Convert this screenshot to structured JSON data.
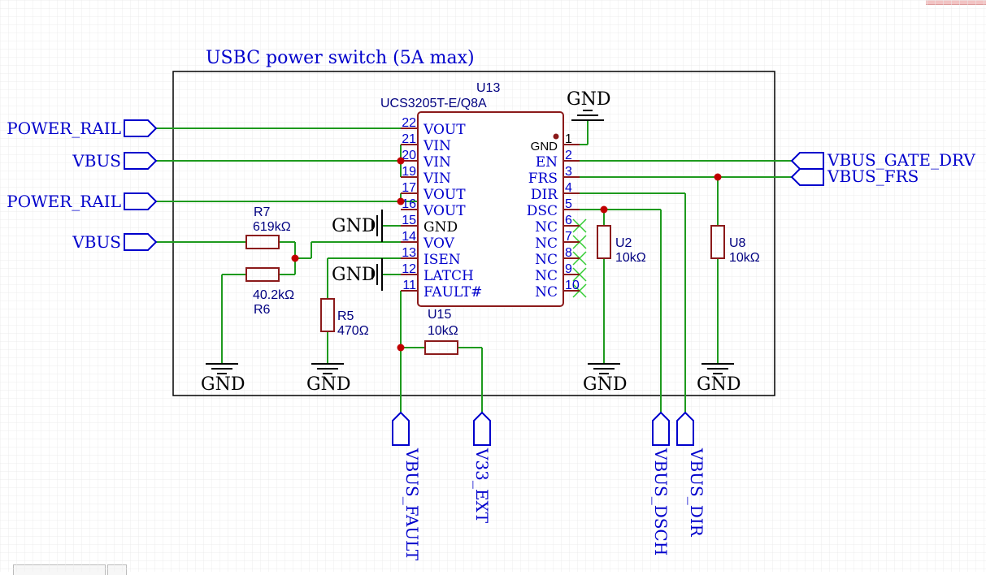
{
  "sheet_title": "USBC power switch (5A max)",
  "ic": {
    "ref": "U13",
    "part": "UCS3205T-E/Q8A",
    "left_pins": [
      {
        "num": "22",
        "name": "VOUT"
      },
      {
        "num": "21",
        "name": "VIN"
      },
      {
        "num": "20",
        "name": "VIN"
      },
      {
        "num": "19",
        "name": "VIN"
      },
      {
        "num": "17",
        "name": "VOUT"
      },
      {
        "num": "16",
        "name": "VOUT"
      },
      {
        "num": "15",
        "name": "GND"
      },
      {
        "num": "14",
        "name": "VOV"
      },
      {
        "num": "13",
        "name": "ISEN"
      },
      {
        "num": "12",
        "name": "LATCH"
      },
      {
        "num": "11",
        "name": "FAULT#"
      }
    ],
    "right_pins": [
      {
        "num": "1",
        "name": "GND"
      },
      {
        "num": "2",
        "name": "EN"
      },
      {
        "num": "3",
        "name": "FRS"
      },
      {
        "num": "4",
        "name": "DIR"
      },
      {
        "num": "5",
        "name": "DSC"
      },
      {
        "num": "6",
        "name": "NC"
      },
      {
        "num": "7",
        "name": "NC"
      },
      {
        "num": "8",
        "name": "NC"
      },
      {
        "num": "9",
        "name": "NC"
      },
      {
        "num": "10",
        "name": "NC"
      }
    ]
  },
  "resistors": {
    "r7": {
      "ref": "R7",
      "value": "619kΩ"
    },
    "r6": {
      "ref": "R6",
      "value": "40.2kΩ"
    },
    "r5": {
      "ref": "R5",
      "value": "470Ω"
    },
    "u15": {
      "ref": "U15",
      "value": "10kΩ"
    },
    "u2": {
      "ref": "U2",
      "value": "10kΩ"
    },
    "u8": {
      "ref": "U8",
      "value": "10kΩ"
    }
  },
  "power": {
    "gnd": "GND"
  },
  "ports": {
    "power_rail_1": "POWER_RAIL",
    "vbus_1": "VBUS",
    "power_rail_2": "POWER_RAIL",
    "vbus_2": "VBUS",
    "vbus_gate_drv": "VBUS_GATE_DRV",
    "vbus_frs": "VBUS_FRS",
    "vbus_fault": "VBUS_FAULT",
    "v33_ext": "V33_EXT",
    "vbus_dsch": "VBUS_DSCH",
    "vbus_dir": "VBUS_DIR"
  },
  "colors": {
    "wire": "#1e9a1e",
    "component": "#8b1a1a",
    "label": "#0000cc",
    "junction": "#c00000",
    "sheet_border": "#000000",
    "grid": "#ececec"
  }
}
